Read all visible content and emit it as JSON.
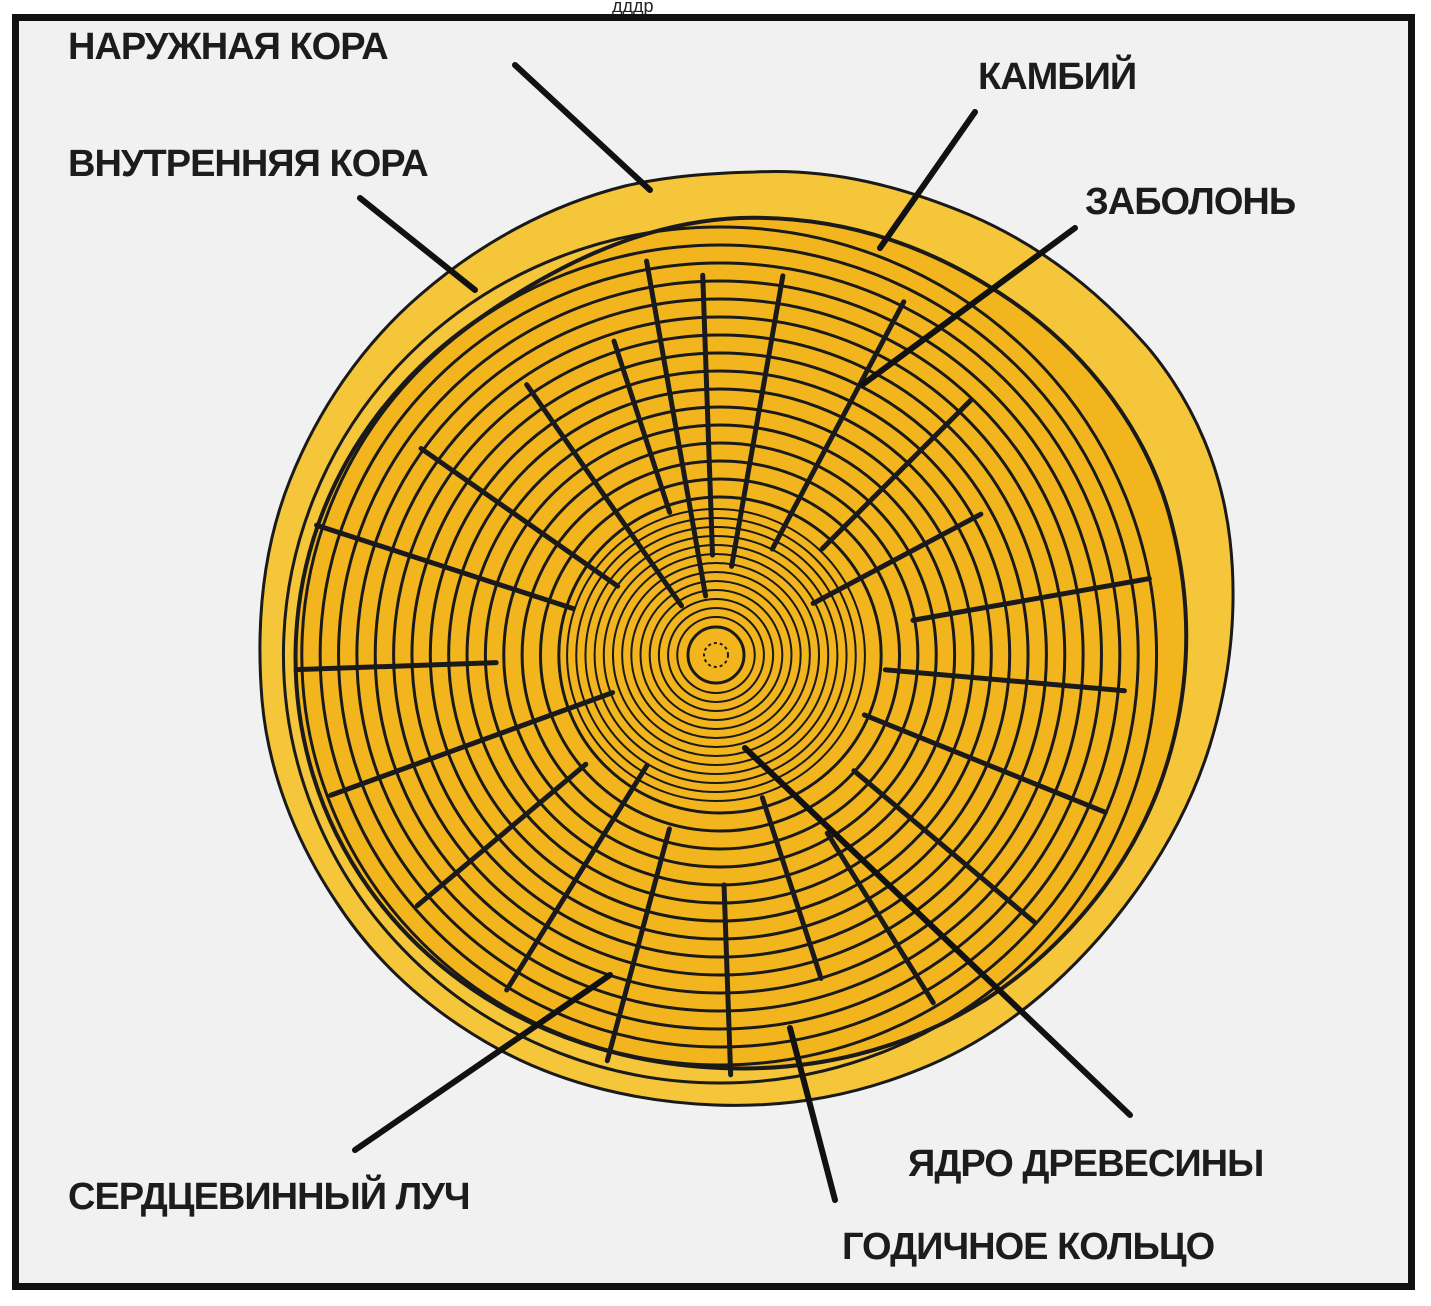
{
  "top_fragment": "дддр",
  "labels": {
    "outer_bark": "НАРУЖНАЯ КОРА",
    "inner_bark": "ВНУТРЕННЯЯ КОРА",
    "cambium": "КАМБИЙ",
    "sapwood": "ЗАБОЛОНЬ",
    "medullary_ray": "СЕРДЦЕВИННЫЙ ЛУЧ",
    "heartwood": "ЯДРО ДРЕВЕСИНЫ",
    "annual_ring": "ГОДИЧНОЕ КОЛЬЦО"
  },
  "colors": {
    "wood": "#f2b51d",
    "bark": "#f5c53a",
    "ink": "#1a1a1a",
    "background": "#f1f1f1"
  }
}
